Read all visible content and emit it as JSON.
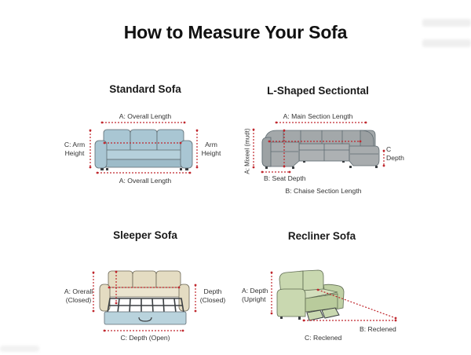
{
  "title": "How to Measure Your Sofa",
  "colors": {
    "measure_line": "#c0272d",
    "standard_sofa": "#a9c6d3",
    "sectional_sofa": "#a3a8aa",
    "sleeper_sofa": "#e4dcc2",
    "sleeper_mattress": "#b9d3dd",
    "recliner_sofa": "#c9d8b0",
    "outline": "#5d6a70"
  },
  "panels": {
    "standard": {
      "title": "Standard Sofa",
      "labels": {
        "top": "A: Overall Length",
        "bottom": "A: Overall Length",
        "left_line1": "C: Arm",
        "left_line2": "Height",
        "right_line1": "Arm",
        "right_line2": "Height"
      }
    },
    "sectional": {
      "title": "L-Shaped Sectiontal",
      "labels": {
        "top": "A: Main Section Length",
        "left_rotated": "A: Mixeel (mudt)",
        "right_line1": "C",
        "right_line2": "Depth",
        "seat_depth": "B: Seat Depth",
        "chaise": "B: Chaise Section Length"
      }
    },
    "sleeper": {
      "title": "Sleeper Sofa",
      "labels": {
        "left_line1": "A: Orerall",
        "left_line2": "(Closed)",
        "right_line1": "Depth",
        "right_line2": "(Closed)",
        "bottom": "C: Depth (Open)"
      }
    },
    "recliner": {
      "title": "Recliner Sofa",
      "labels": {
        "left_line1": "A: Depth",
        "left_line2": "(Upright",
        "b_reclined": "B: Reclened",
        "c_reclined": "C: Reclened"
      }
    }
  }
}
